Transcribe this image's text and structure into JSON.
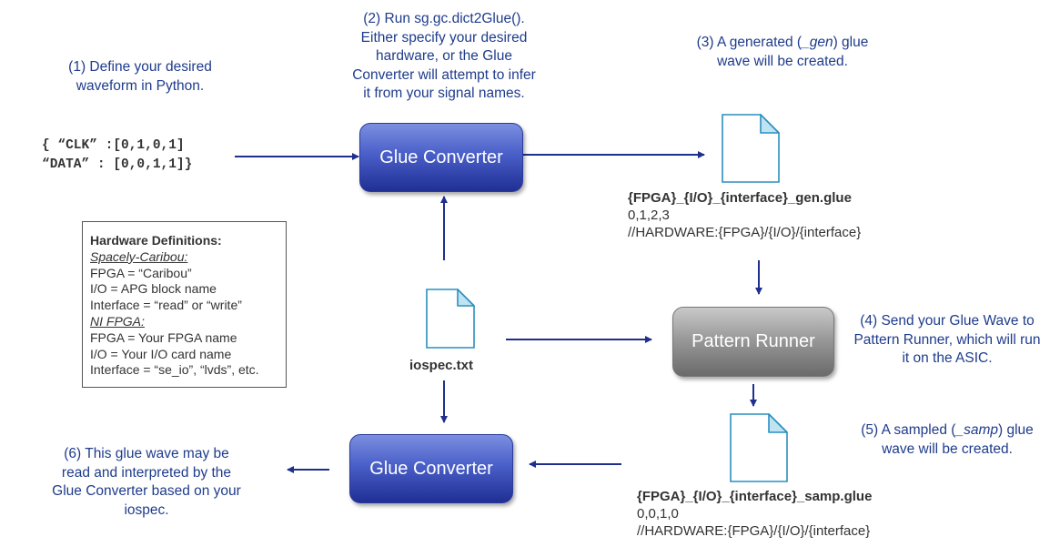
{
  "steps": {
    "s1": [
      "(1) Define your desired",
      "waveform in Python."
    ],
    "s2": [
      "(2) Run sg.gc.dict2Glue().",
      "Either specify your desired",
      "hardware, or the Glue",
      "Converter will attempt to infer",
      "it from your signal names."
    ],
    "s3": {
      "pre": "(3) A generated (",
      "em": "_gen",
      "post": ") glue",
      "line2": "wave will be created."
    },
    "s4": [
      "(4) Send your Glue Wave to",
      "Pattern Runner, which will run",
      "it on the ASIC."
    ],
    "s5": {
      "pre": "(5) A sampled (",
      "em": "_samp",
      "post": ") glue",
      "line2": "wave will be created."
    },
    "s6": [
      "(6) This glue wave may be",
      "read and interpreted by the",
      "Glue Converter based on your",
      "iospec."
    ]
  },
  "python_dict": [
    "{ “CLK” :[0,1,0,1]",
    "“DATA” : [0,0,1,1]}"
  ],
  "buttons": {
    "glue_converter_top": "Glue Converter",
    "glue_converter_bottom": "Glue Converter",
    "pattern_runner": "Pattern Runner"
  },
  "files": {
    "gen": {
      "name": "{FPGA}_{I/O}_{interface}_gen.glue",
      "lines": [
        "0,1,2,3",
        "//HARDWARE:{FPGA}/{I/O}/{interface}"
      ]
    },
    "iospec": {
      "name": "iospec.txt"
    },
    "samp": {
      "name": "{FPGA}_{I/O}_{interface}_samp.glue",
      "lines": [
        "0,0,1,0",
        "//HARDWARE:{FPGA}/{I/O}/{interface}"
      ]
    }
  },
  "hardware": {
    "title": "Hardware Definitions:",
    "sections": [
      {
        "name": "Spacely-Caribou:",
        "lines": [
          "FPGA = “Caribou”",
          "I/O = APG block name",
          "Interface = “read” or “write”"
        ]
      },
      {
        "name": "NI FPGA:",
        "lines": [
          "FPGA = Your FPGA name",
          "I/O = Your I/O card name",
          "Interface = “se_io”, “lvds”, etc."
        ]
      }
    ]
  },
  "colors": {
    "step_text": "#1f3c8c",
    "arrow": "#1f2f8c",
    "button_blue": "#3d52bf",
    "button_gray": "#8e8e8e",
    "file_stroke": "#2a8fc0",
    "file_fold": "#bfe3f0"
  },
  "icons": {
    "file": "document-icon"
  }
}
